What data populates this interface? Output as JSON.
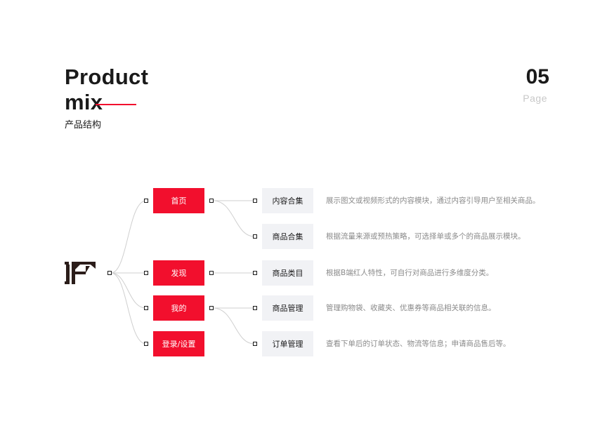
{
  "header": {
    "title_line1": "Product",
    "title_line2": "mix",
    "subtitle": "产品结构",
    "page_number": "05",
    "page_label": "Page"
  },
  "logo": {
    "icon": "brand-logo-icon"
  },
  "primary_nodes": [
    {
      "label": "首页"
    },
    {
      "label": "发现"
    },
    {
      "label": "我的"
    },
    {
      "label": "登录/设置"
    }
  ],
  "secondary_nodes": [
    {
      "label": "内容合集",
      "description": "展示图文或视频形式的内容模块，通过内容引导用户至相关商品。"
    },
    {
      "label": "商品合集",
      "description": "根据流量来源或预热策略，可选择单或多个的商品展示模块。"
    },
    {
      "label": "商品类目",
      "description": "根据B端红人特性，可自行对商品进行多维度分类。"
    },
    {
      "label": "商品管理",
      "description": "管理购物袋、收藏夹、优惠券等商品相关联的信息。"
    },
    {
      "label": "订单管理",
      "description": "查看下单后的订单状态、物流等信息；申请商品售后等。"
    }
  ],
  "colors": {
    "accent": "#f20f2d",
    "secondary_bg": "#f1f2f5",
    "description_text": "#8a8a8a",
    "connector": "#cfcfcf"
  }
}
